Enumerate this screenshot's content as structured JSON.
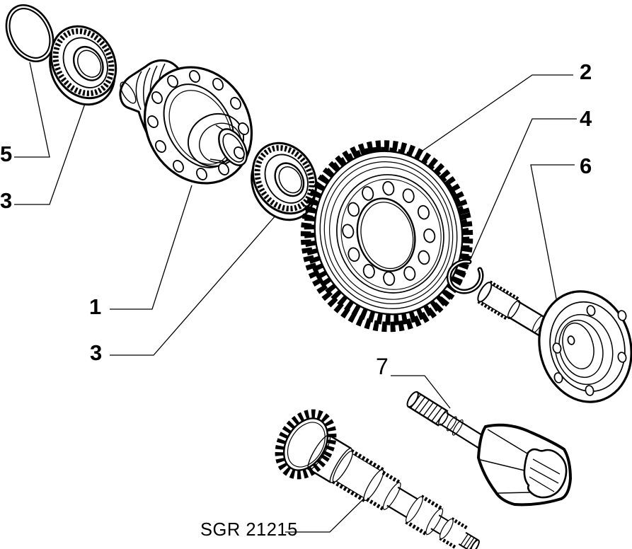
{
  "colors": {
    "background": "#ffffff",
    "ink": "#000000"
  },
  "callouts": {
    "seal": "5",
    "bearing_upper": "3",
    "housing": "1",
    "bearing_lower": "3",
    "crown_gear": "2",
    "snap_ring": "4",
    "output_flange": "6",
    "cv_joint": "7"
  },
  "caption": {
    "code": "SGR 21215"
  }
}
